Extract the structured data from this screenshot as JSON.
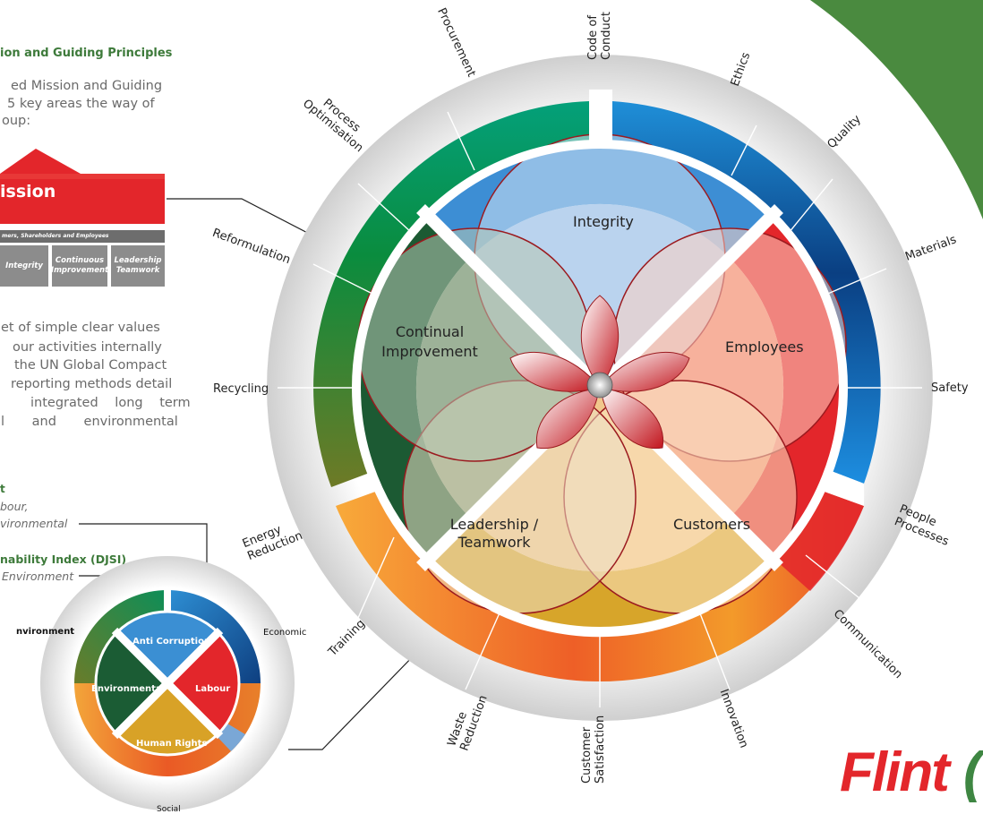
{
  "left_panel": {
    "heading": "ion and Guiding Principles",
    "intro_lines": [
      "ed Mission and Guiding",
      "5 key areas the way of",
      "oup:"
    ],
    "mission_title": "ission",
    "mission_bar": "mers, Shareholders and Employees",
    "pills": [
      "Integrity",
      "Continuous\nImprovement",
      "Leadership\nTeamwork"
    ],
    "values_lines": [
      "et of simple clear values",
      "our activities internally",
      "the UN Global Compact",
      "reporting methods detail",
      "integrated long term",
      "l and environmental"
    ],
    "ungc_heading": "t",
    "ungc_lines": [
      "bour,",
      "vironmental"
    ],
    "djsi_heading": "nability Index (DJSI)",
    "djsi_line": "Environment"
  },
  "small_wheel": {
    "ring_labels": [
      "nvironment",
      "Economic",
      "Social"
    ],
    "quadrants": [
      "Anti Corruption",
      "Labour",
      "Human Rights",
      "Environmental"
    ]
  },
  "big_wheel": {
    "petals": [
      "Integrity",
      "Employees",
      "Customers",
      "Leadership / Teamwork",
      "Continual Improvement"
    ],
    "outer_labels": [
      "Code of\nConduct",
      "Ethics",
      "Quality",
      "Materials",
      "Safety",
      "People\nProcesses",
      "Communication",
      "Innovation",
      "Customer\nSatisfaction",
      "Waste\nReduction",
      "Training",
      "Energy\nReduction",
      "Recycling",
      "Reformulation",
      "Process\nOptimisation",
      "Procurement"
    ]
  },
  "logo": "Flint",
  "colors": {
    "green": "#3e8642",
    "red": "#e3262b",
    "blue": "#1d6fb8",
    "orange": "#ef7b22"
  }
}
